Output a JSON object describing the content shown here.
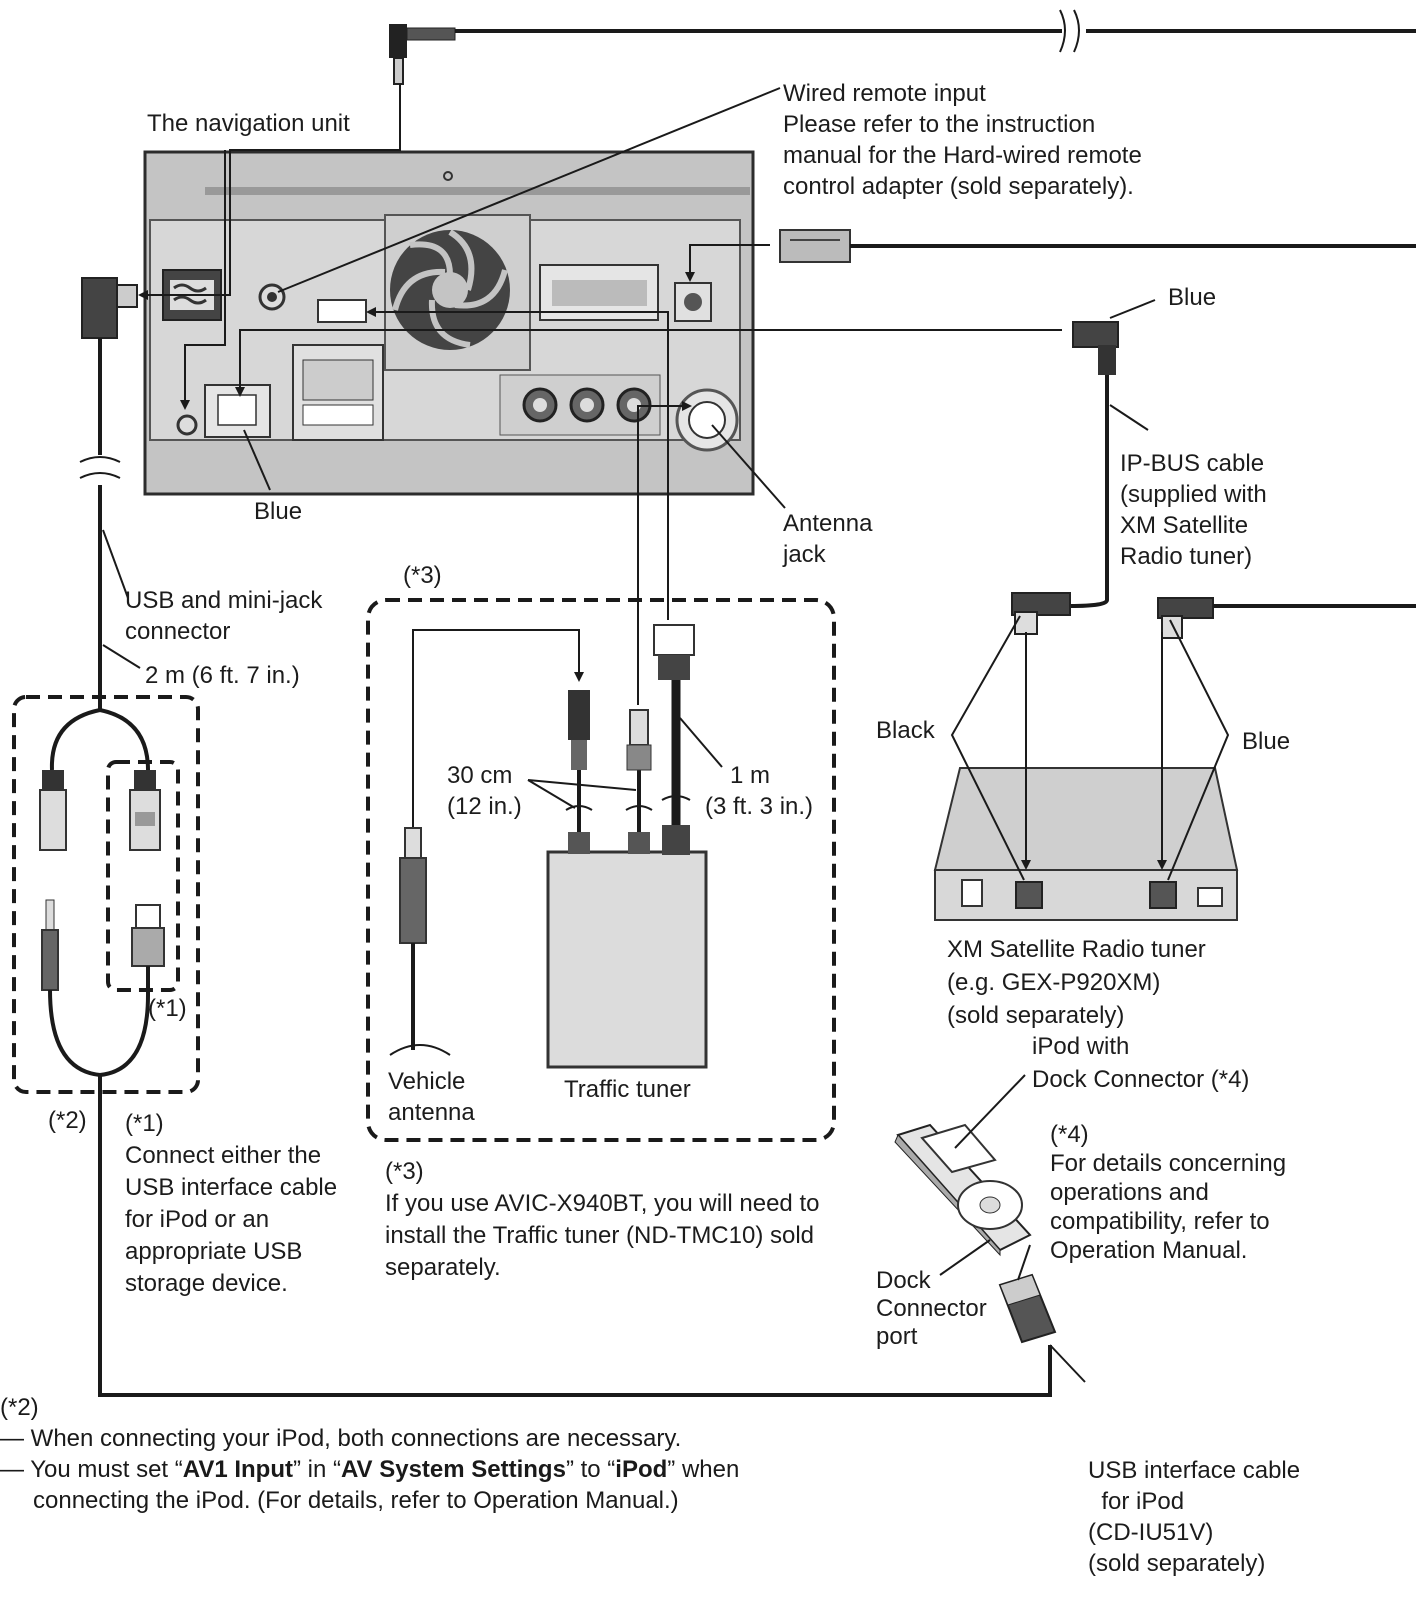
{
  "labels": {
    "nav_unit": "The navigation unit",
    "wired_remote": [
      "Wired remote input",
      "Please refer to the instruction",
      "manual for the Hard-wired remote",
      "control adapter (sold separately)."
    ],
    "blue_top": "Blue",
    "blue_unit": "Blue",
    "antenna_jack": [
      "Antenna",
      "jack"
    ],
    "ipbus": [
      "IP-BUS cable",
      "(supplied with",
      "XM Satellite",
      "Radio tuner)"
    ],
    "usb_minijack": [
      "USB and mini-jack",
      "connector"
    ],
    "length_2m": "2 m (6 ft. 7 in.)",
    "note3_mark": "(*3)",
    "len_30cm": [
      "30 cm",
      "(12 in.)"
    ],
    "len_1m": [
      "1 m",
      "(3 ft. 3 in.)"
    ],
    "black": "Black",
    "blue_right": "Blue",
    "xm_tuner": [
      "XM Satellite Radio tuner",
      "(e.g. GEX-P920XM)",
      "(sold separately)"
    ],
    "ipod_dock": [
      "iPod with",
      "Dock Connector (*4)"
    ],
    "note1_mark": "(*1)",
    "note2_mark": "(*2)",
    "vehicle_antenna": [
      "Vehicle",
      "antenna"
    ],
    "traffic_tuner": "Traffic tuner",
    "dock_port": [
      "Dock",
      "Connector",
      "port"
    ],
    "usb_cable_ipod": [
      "USB interface cable",
      "  for iPod",
      "(CD-IU51V)",
      "(sold separately)"
    ]
  },
  "notes": {
    "note1": [
      "(*1)",
      "Connect either the",
      "USB interface cable",
      "for iPod or an",
      "appropriate USB",
      "storage device."
    ],
    "note3": [
      "(*3)",
      "If you use AVIC-X940BT, you will need to",
      "install the Traffic tuner (ND-TMC10) sold",
      "separately."
    ],
    "note4": [
      "(*4)",
      "For details concerning",
      "operations and",
      "compatibility, refer to",
      "Operation Manual."
    ],
    "note2": {
      "mark": "(*2)",
      "line1": "— When connecting your iPod, both connections are necessary.",
      "line2_pre": "— You must set “",
      "line2_b1": "AV1 Input",
      "line2_mid1": "” in “",
      "line2_b2": "AV System Settings",
      "line2_mid2": "” to “",
      "line2_b3": "iPod",
      "line2_post": "” when",
      "line3": "connecting the iPod. (For details, refer to Operation Manual.)"
    }
  },
  "colors": {
    "line": "#1a1a1a",
    "unit_fill": "#c4c4c4",
    "panel_fill": "#d7d7d7",
    "dark": "#2c2c2c"
  }
}
